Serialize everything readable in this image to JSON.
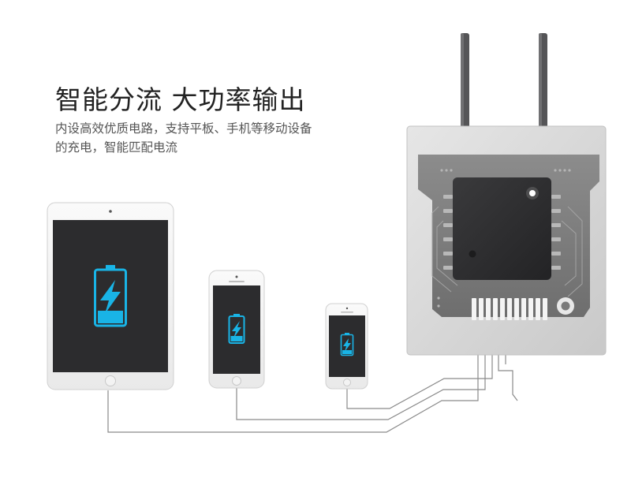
{
  "headline": "智能分流 大功率输出",
  "description": {
    "line1": "内设高效优质电路，支持平板、手机等移动设备",
    "line2": "的充电，智能匹配电流"
  },
  "colors": {
    "battery": "#19b4e6",
    "screen": "#2c2c2e",
    "chip": "#2f2f31",
    "wire": "#8a8a8a",
    "charger_body": "#d6d6d6"
  },
  "icons": [
    "battery-charging-icon",
    "home-button",
    "power-prongs"
  ]
}
